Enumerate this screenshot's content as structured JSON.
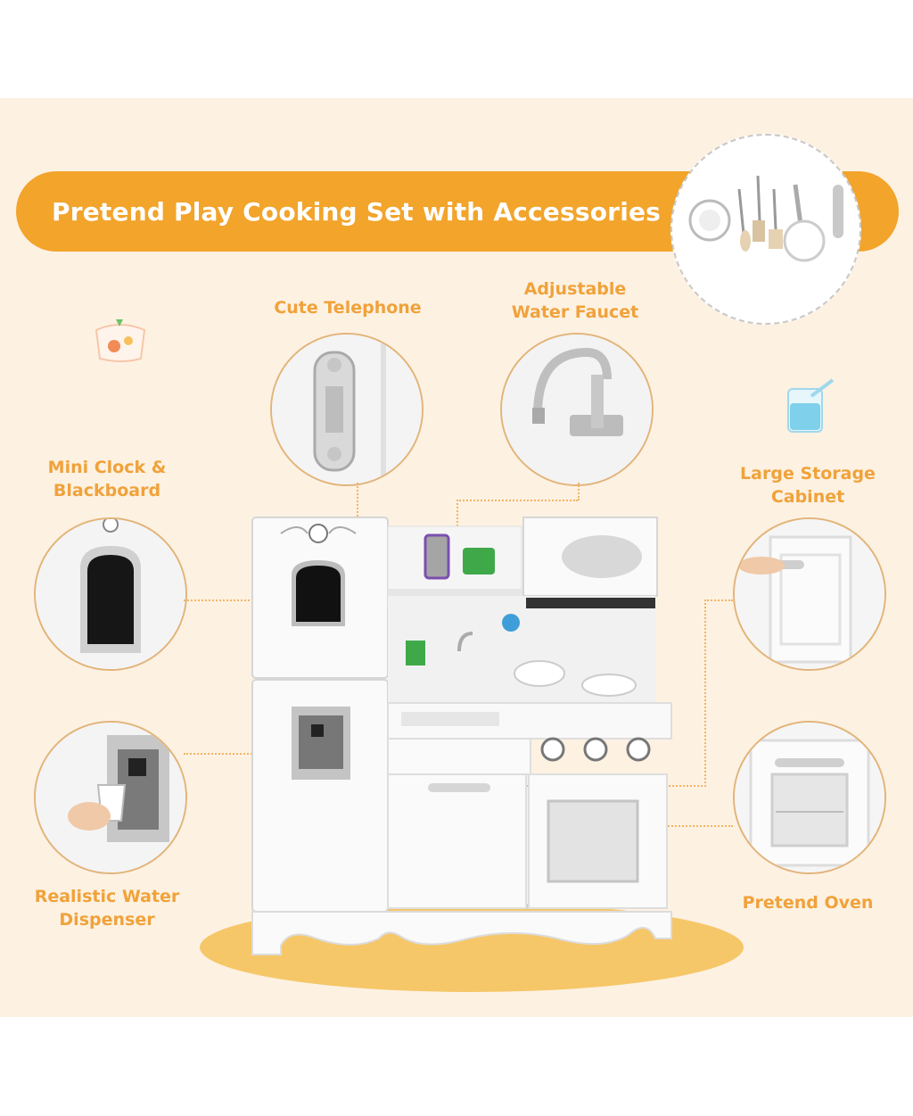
{
  "banner": {
    "title": "Pretend Play Cooking Set with Accessories"
  },
  "features": {
    "telephone": "Cute Telephone",
    "faucet": "Adjustable\nWater Faucet",
    "clock": "Mini Clock &\nBlackboard",
    "storage": "Large Storage\nCabinet",
    "dispenser": "Realistic Water\nDispenser",
    "oven": "Pretend Oven"
  },
  "colors": {
    "accent": "#f2a42b",
    "panel": "#fdf1e2",
    "label": "#f0a23a",
    "base": "#f6c768"
  }
}
